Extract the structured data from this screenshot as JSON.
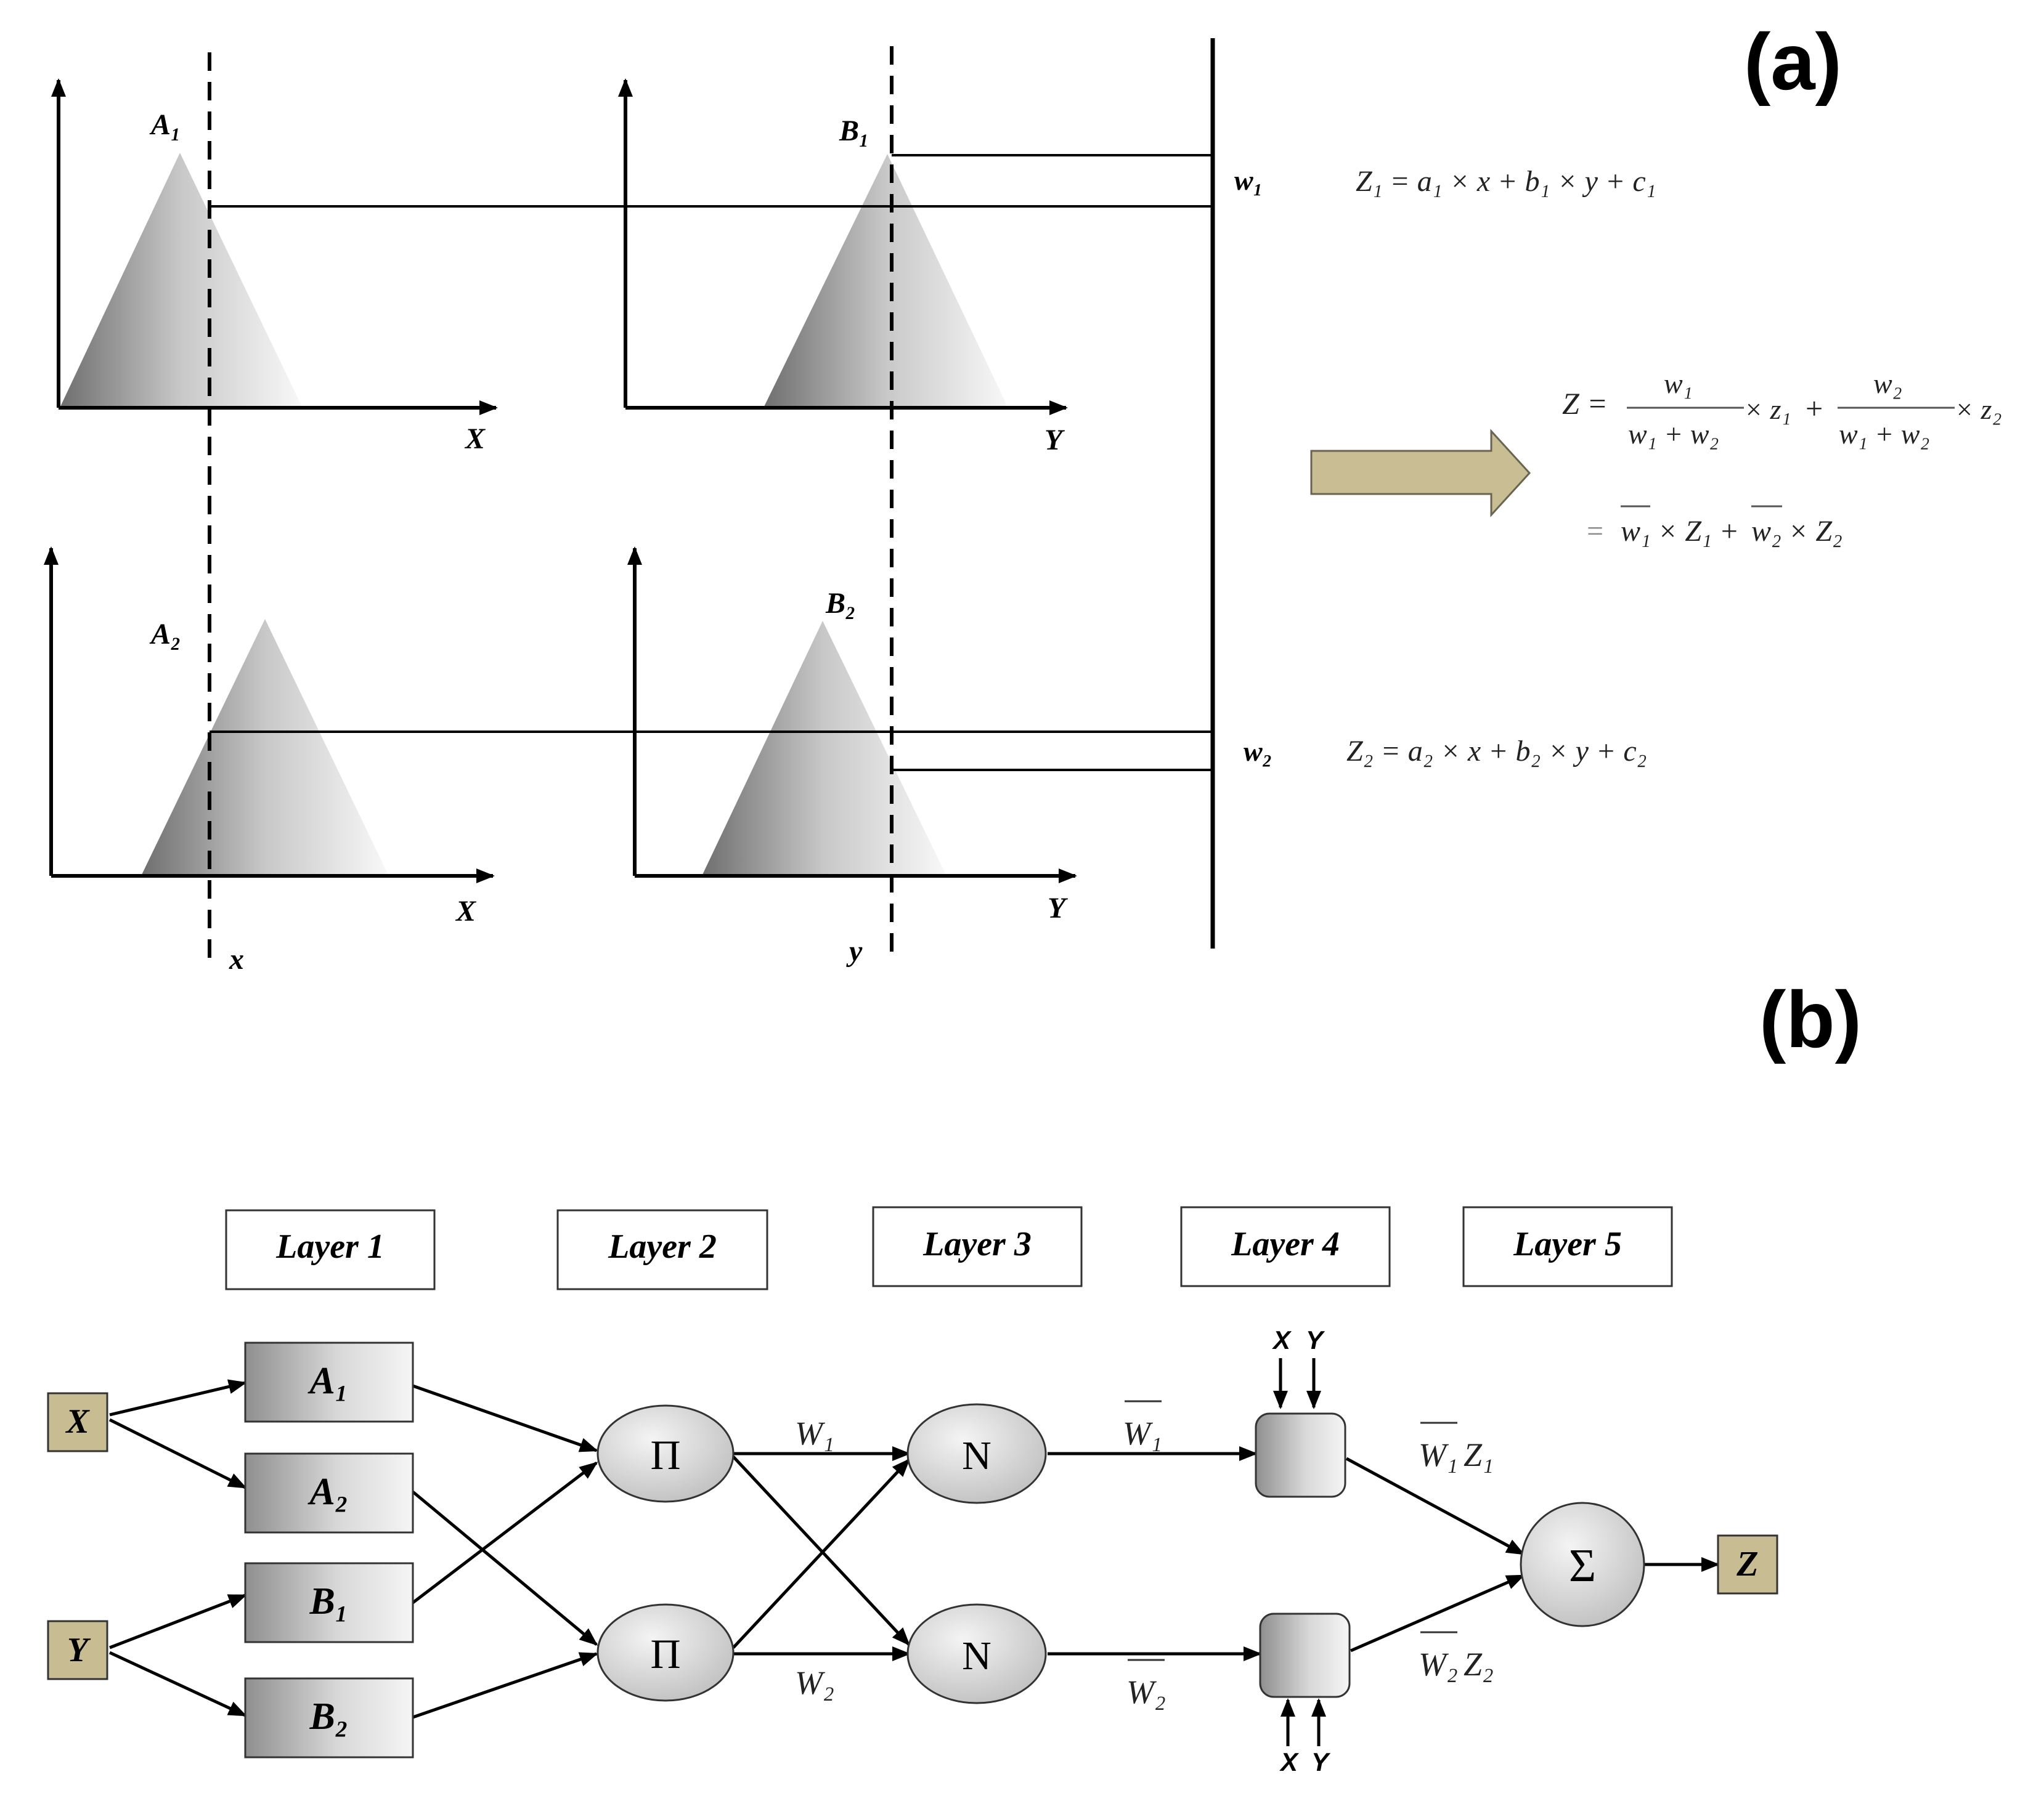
{
  "panel_a": {
    "label": "(a)",
    "mf": {
      "a1": "A₁",
      "b1": "B₁",
      "a2": "A₂",
      "b2": "B₂",
      "x_axis": "X",
      "y_axis": "Y",
      "x_input": "x",
      "y_input": "y"
    },
    "weights": {
      "w1": "w₁",
      "w2": "w₂"
    },
    "rules": {
      "z1": "Z₁ = a₁ × x + b₁ × y + c₁",
      "z2": "Z₂ = a₂ × x + b₂ × y + c₂"
    },
    "output_formula": {
      "lhs": "Z =",
      "num1": "w₁",
      "den1": "w₁ + w₂",
      "times_z1": "× z₁",
      "plus": "+",
      "num2": "w₂",
      "den2": "w₁ + w₂",
      "times_z2": "× z₂",
      "line2_eq": "=",
      "line2_w1": "w₁",
      "line2_mid": "× Z₁ +",
      "line2_w2": "w₂",
      "line2_end": "× Z₂"
    }
  },
  "panel_b": {
    "label": "(b)",
    "layers": [
      "Layer 1",
      "Layer 2",
      "Layer 3",
      "Layer 4",
      "Layer 5"
    ],
    "inputs": {
      "x": "X",
      "y": "Y"
    },
    "mf_nodes": [
      "A₁",
      "A₂",
      "B₁",
      "B₂"
    ],
    "product_nodes": [
      "Π",
      "Π"
    ],
    "norm_nodes": [
      "N",
      "N"
    ],
    "sum_node": "Σ",
    "output": "Z",
    "edge_labels": {
      "w1": "W₁",
      "w2": "W₂",
      "wbar1": "W₁",
      "wbar2": "W₂",
      "wz1_w": "W₁",
      "wz1_z": "Z₁",
      "wz2_w": "W₂",
      "wz2_z": "Z₂"
    },
    "consequent_inputs": {
      "x": "X",
      "y": "Y"
    }
  },
  "colors": {
    "ink": "#000000",
    "input_fill": "#c8bc92",
    "arrow_fill": "#c9be93"
  }
}
